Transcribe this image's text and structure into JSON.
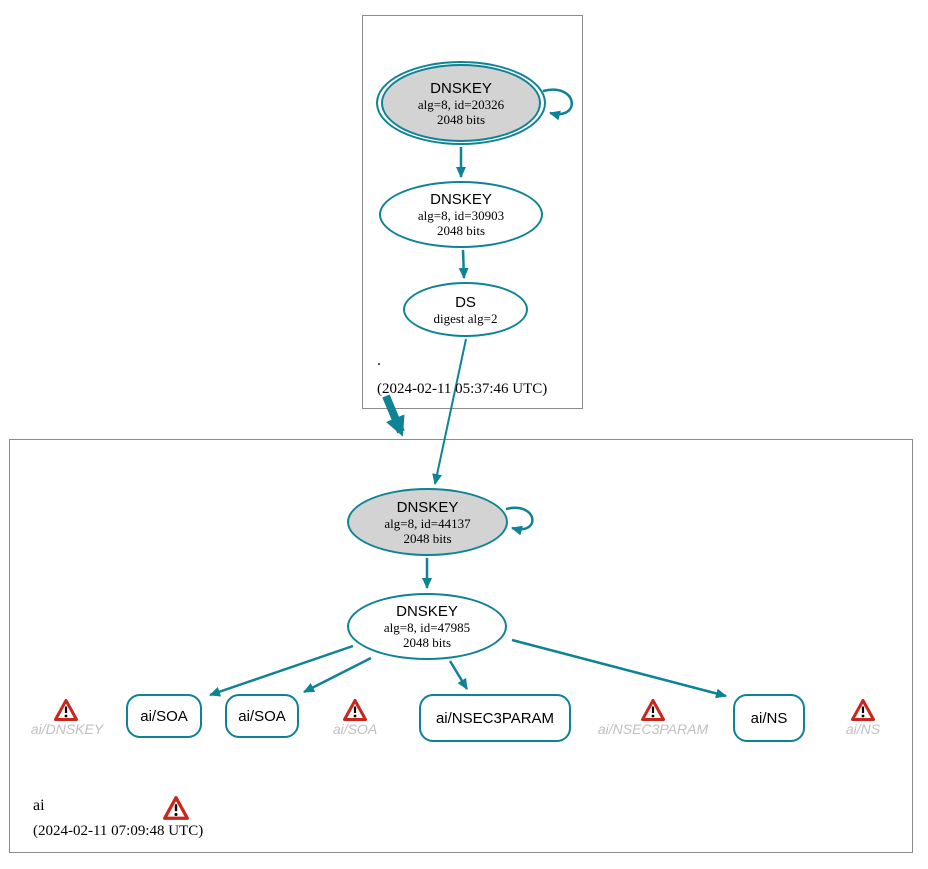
{
  "colors": {
    "edge_teal": "#0e8396",
    "ksk_fill": "#d3d3d3",
    "warning_red": "#c9271e",
    "muted_label": "#c0c0c0",
    "box_border": "#8c8c8c"
  },
  "root_zone": {
    "name": ".",
    "timestamp": "(2024-02-11 05:37:46 UTC)",
    "ksk": {
      "title": "DNSKEY",
      "line1": "alg=8, id=20326",
      "line2": "2048 bits"
    },
    "zsk": {
      "title": "DNSKEY",
      "line1": "alg=8, id=30903",
      "line2": "2048 bits"
    },
    "ds": {
      "title": "DS",
      "line1": "digest alg=2"
    }
  },
  "ai_zone": {
    "name": "ai",
    "timestamp": "(2024-02-11 07:09:48 UTC)",
    "ksk": {
      "title": "DNSKEY",
      "line1": "alg=8, id=44137",
      "line2": "2048 bits"
    },
    "zsk": {
      "title": "DNSKEY",
      "line1": "alg=8, id=47985",
      "line2": "2048 bits"
    },
    "rrsets": [
      {
        "label": "ai/SOA"
      },
      {
        "label": "ai/SOA"
      },
      {
        "label": "ai/NSEC3PARAM"
      },
      {
        "label": "ai/NS"
      }
    ],
    "warnings": [
      {
        "label": "ai/DNSKEY"
      },
      {
        "label": "ai/SOA"
      },
      {
        "label": "ai/NSEC3PARAM"
      },
      {
        "label": "ai/NS"
      }
    ]
  }
}
